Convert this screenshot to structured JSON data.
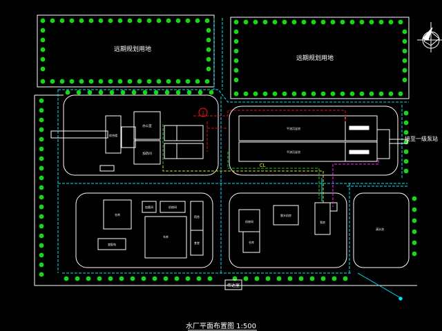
{
  "colors": {
    "background": "#000000",
    "outline": "#ffffff",
    "road": "#00e5ff",
    "tree": "#16d916",
    "pipe_red": "#e01010",
    "pipe_yellow": "#e8e800",
    "pipe_green": "#18c818",
    "pipe_magenta": "#ff20ff",
    "pipe_cyan": "#00e5ff"
  },
  "reserve_left": {
    "label": "远期规划用地"
  },
  "reserve_right": {
    "label": "远期规划用地"
  },
  "outlet": {
    "label": "接至一级泵站"
  },
  "pipe_tag": {
    "label": "CL"
  },
  "marker": {
    "label": "1"
  },
  "gate": {
    "label": "传达室"
  },
  "main_building": {
    "label": "综合楼"
  },
  "admin": {
    "label": "办公室"
  },
  "mid_building": {
    "label": "加药间"
  },
  "basin_top": {
    "label": "平流沉淀池"
  },
  "basin_bottom": {
    "label": "平流沉淀池"
  },
  "sw_small": {
    "label": "加氯间"
  },
  "sw_med": {
    "label": "机修间"
  },
  "sw_large": {
    "label": "变配电"
  },
  "sw_left_long": {
    "label": "仓库"
  },
  "sw_big": {
    "label": "车库"
  },
  "sw_thin_top": {
    "label": "宿舍"
  },
  "sw_thin_bottom": {
    "label": "食堂"
  },
  "sm_left": {
    "label": "机修间"
  },
  "sm_left_bottom": {
    "label": "仓库"
  },
  "sm_center": {
    "label": "脱水机房"
  },
  "se_building": {
    "label": "泵房"
  },
  "far_right": {
    "label": "清水池"
  },
  "footer": {
    "title": "水厂平面布置图 1:500"
  },
  "compass": {
    "icon": "north-arrow-icon"
  }
}
